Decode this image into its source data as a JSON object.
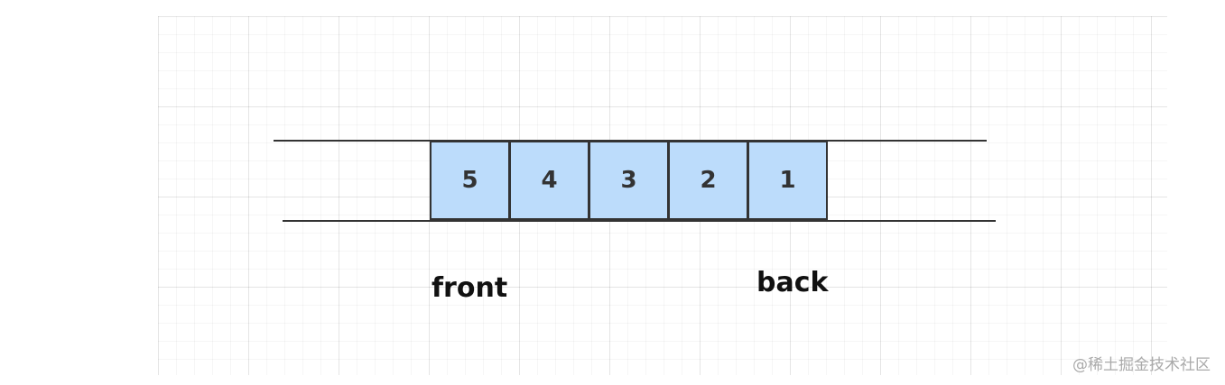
{
  "diagram": {
    "cells": [
      "5",
      "4",
      "3",
      "2",
      "1"
    ],
    "front_label": "front",
    "back_label": "back",
    "colors": {
      "cell_fill": "#bcdcfb",
      "stroke": "#333333",
      "grid": "#e8e8e8"
    }
  },
  "watermark": "@稀土掘金技术社区"
}
